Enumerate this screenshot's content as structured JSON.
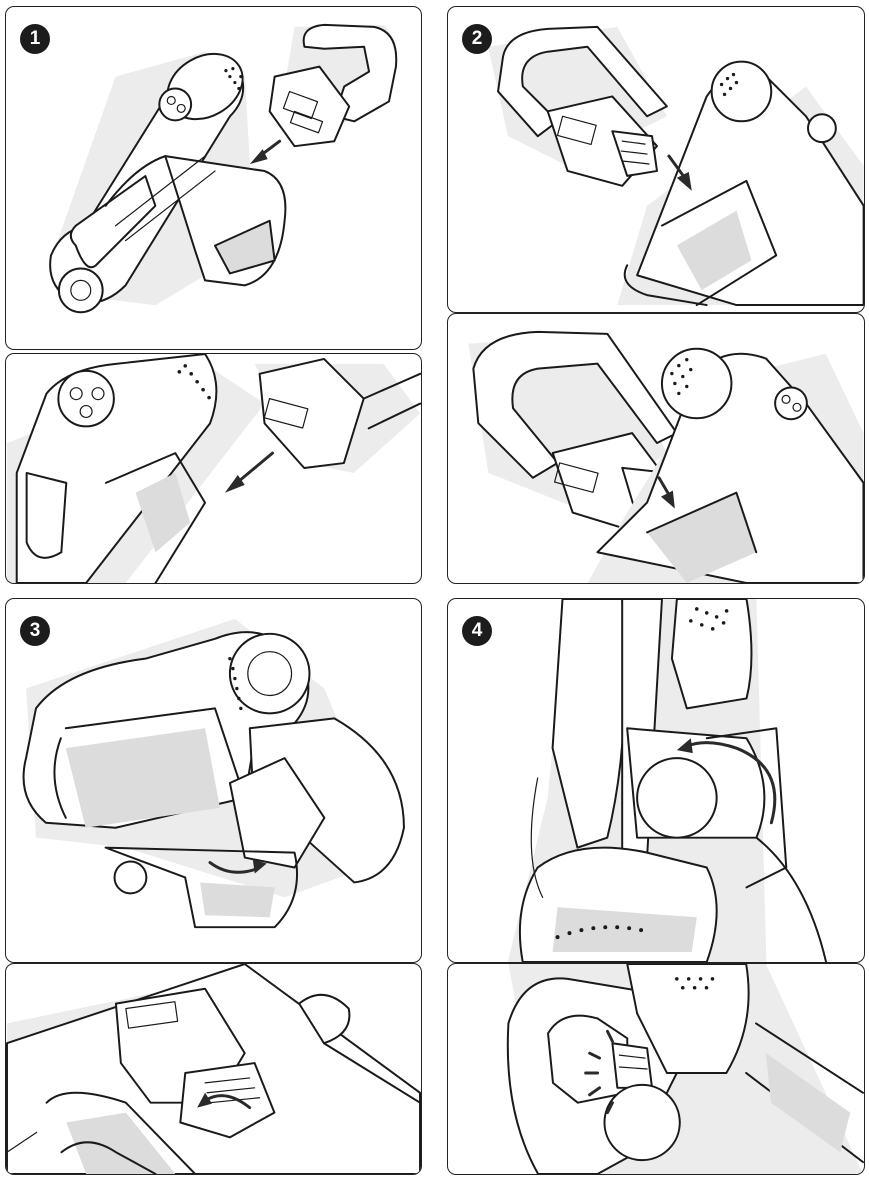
{
  "steps": [
    {
      "number": "1"
    },
    {
      "number": "2"
    },
    {
      "number": "3"
    },
    {
      "number": "4"
    }
  ],
  "colors": {
    "line": "#1a1a1a",
    "shade": "#dcdcdc",
    "badge": "#1c1c1c",
    "background": "#ffffff"
  },
  "icons": [
    "arrow-icon",
    "rotate-arrow-icon",
    "click-indicator-icon"
  ]
}
